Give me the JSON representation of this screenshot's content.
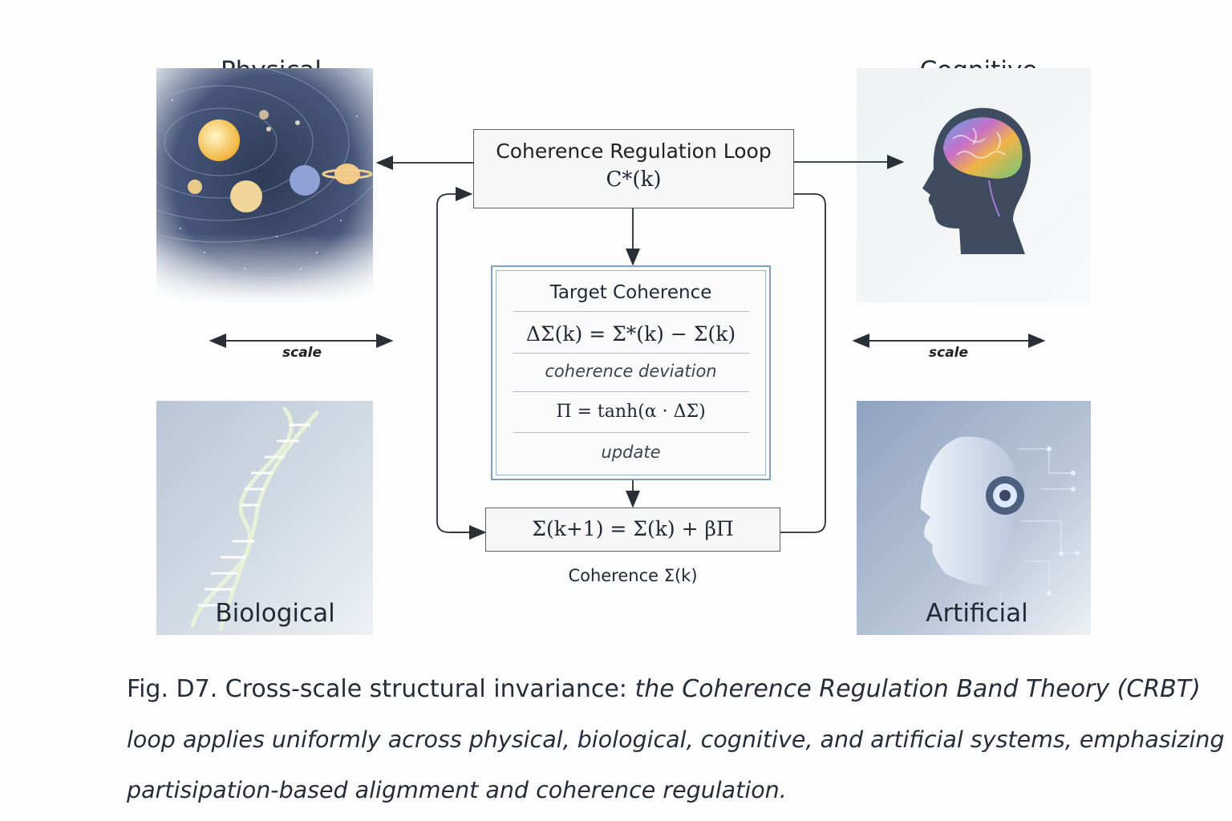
{
  "domains": {
    "physical": "Physical",
    "cognitive": "Cognitive",
    "biological": "Biological",
    "artificial": "Artificial"
  },
  "scale_labels": {
    "left": "scale",
    "right": "scale"
  },
  "loop_box": {
    "title": "Coherence Regulation Loop",
    "formula": "C*(k)"
  },
  "target_box": {
    "title": "Target Coherence",
    "deviation_formula": "ΔΣ(k) = Σ*(k) − Σ(k)",
    "deviation_label": "coherence deviation",
    "update_formula": "Π = tanh(α · ΔΣ)",
    "update_label": "update"
  },
  "state_box": {
    "formula": "Σ(k+1) = Σ(k) + βΠ",
    "label": "Coherence Σ(k)"
  },
  "caption": {
    "lead": "Fig. D7. Cross-scale structural invariance: ",
    "body_line1": "the Coherence Regulation Band Theory (CRBT)",
    "body_line2": "loop applies uniformly across physical, biological, cognitive, and artificial systems, emphasizing",
    "body_line3": "partisipation-based aligmment and coherence regulation."
  },
  "colors": {
    "target_border": "#7f9fc0",
    "box_border": "#5d6066",
    "arrow": "#2a2f36"
  },
  "icons": [
    "solar-system-image",
    "brain-head-image",
    "dna-helix-image",
    "robot-head-image"
  ]
}
